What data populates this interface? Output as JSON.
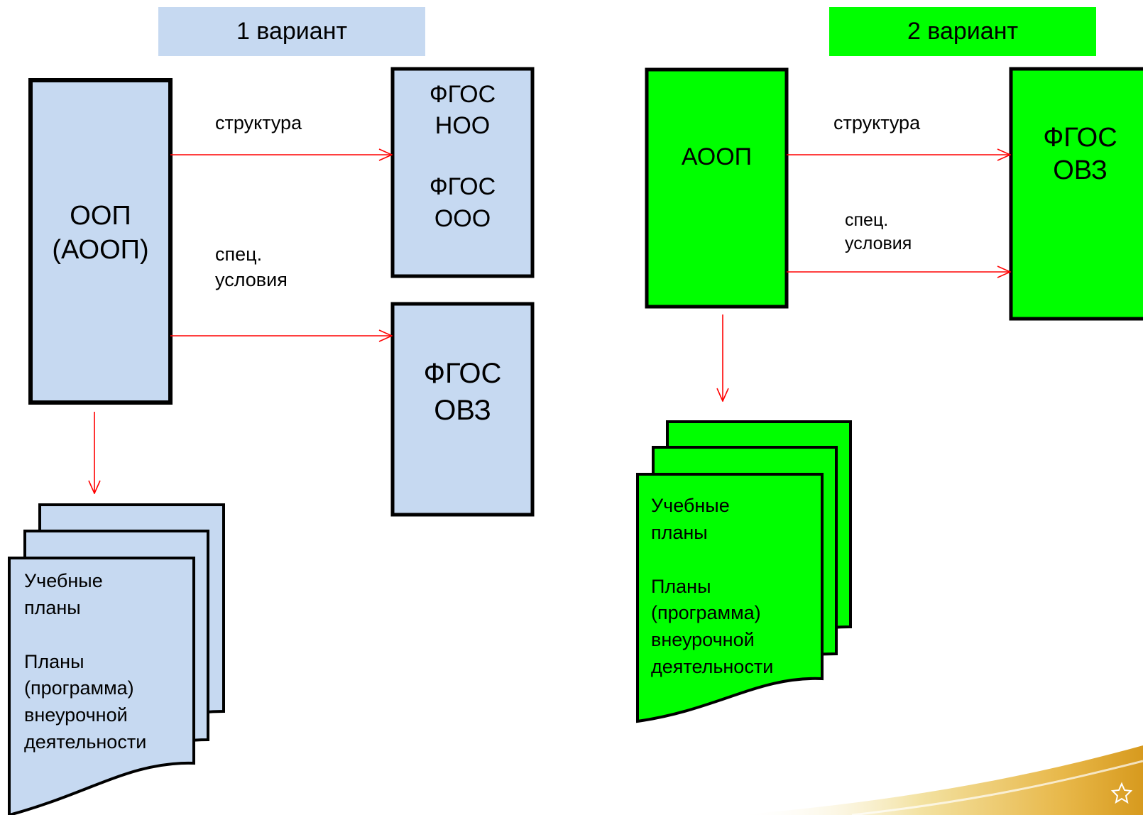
{
  "variant1": {
    "banner": "1 вариант",
    "color": "#c6d9f1",
    "main_box": {
      "line1": "ООП",
      "line2": "(АООП)"
    },
    "box_top": {
      "l1": "ФГОС",
      "l2": "НОО",
      "l3": "ФГОС",
      "l4": "ООО"
    },
    "box_bottom": {
      "l1": "ФГОС",
      "l2": "ОВЗ"
    },
    "arrow_label_1": "структура",
    "arrow_label_2": {
      "l1": "спец.",
      "l2": "условия"
    },
    "docs": {
      "l1": "Учебные",
      "l2": "планы",
      "l3": "Планы",
      "l4": "(программа)",
      "l5": "внеурочной",
      "l6": "деятельности"
    }
  },
  "variant2": {
    "banner": "2 вариант",
    "color": "#00ff00",
    "main_box": {
      "line1": "АООП"
    },
    "right_box": {
      "l1": "ФГОС",
      "l2": "ОВЗ"
    },
    "arrow_label_1": "структура",
    "arrow_label_2": {
      "l1": "спец.",
      "l2": "условия"
    },
    "docs": {
      "l1": "Учебные",
      "l2": "планы",
      "l3": "Планы",
      "l4": "(программа)",
      "l5": "внеурочной",
      "l6": "деятельности"
    }
  },
  "colors": {
    "arrow": "#ff0000",
    "border": "#000000"
  }
}
